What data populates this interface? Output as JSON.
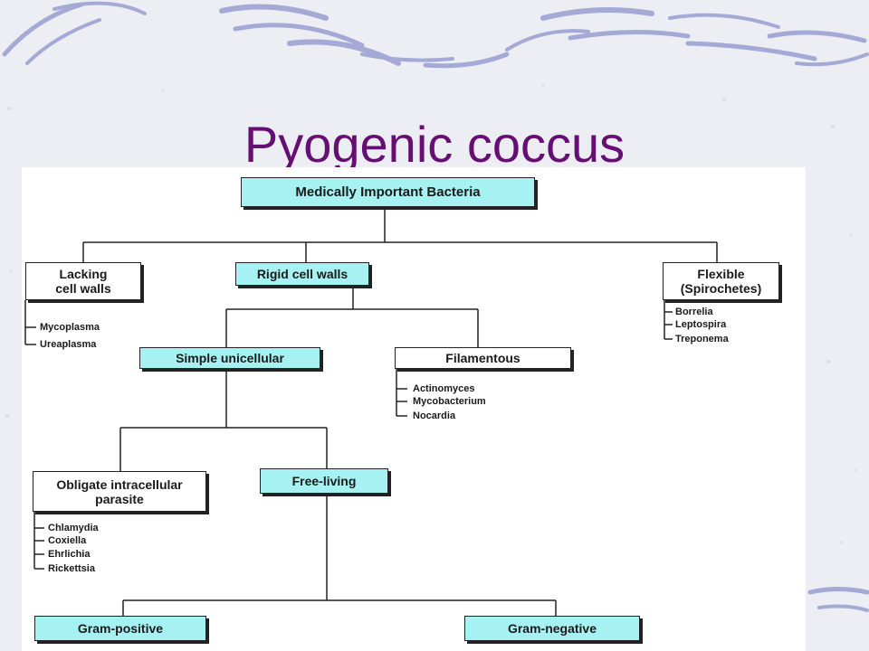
{
  "title": "Pyogenic coccus",
  "diagram": {
    "root": "Medically Important Bacteria",
    "lacking": {
      "line1": "Lacking",
      "line2": "cell walls",
      "items": [
        "Mycoplasma",
        "Ureaplasma"
      ]
    },
    "rigid": "Rigid cell walls",
    "flexible": {
      "line1": "Flexible",
      "line2": "(Spirochetes)",
      "items": [
        "Borrelia",
        "Leptospira",
        "Treponema"
      ]
    },
    "simple": "Simple unicellular",
    "filamentous": {
      "label": "Filamentous",
      "items": [
        "Actinomyces",
        "Mycobacterium",
        "Nocardia"
      ]
    },
    "obligate": {
      "line1": "Obligate intracellular",
      "line2": "parasite",
      "items": [
        "Chlamydia",
        "Coxiella",
        "Ehrlichia",
        "Rickettsia"
      ]
    },
    "free_living": "Free-living",
    "gram_positive": "Gram-positive",
    "gram_negative": "Gram-negative"
  },
  "colors": {
    "title": "#660e73",
    "box_fill": "#a6f1f2",
    "stroke": "#222222",
    "texture": "#8a8ec8"
  }
}
